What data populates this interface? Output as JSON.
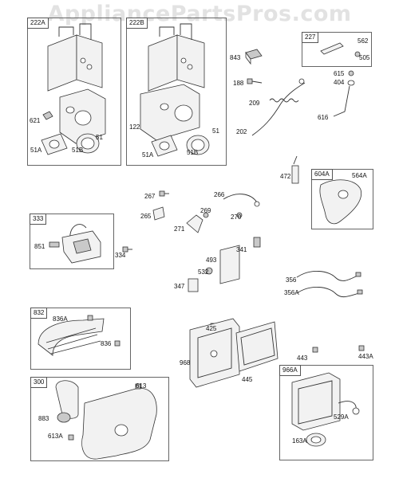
{
  "watermark": "AppliancePartsPros.com",
  "boxes": {
    "b222a": "222A",
    "b222b": "222B",
    "b227": "227",
    "b604a": "604A",
    "b333": "333",
    "b832": "832",
    "b300": "300",
    "b966a": "966A"
  },
  "labels": {
    "l621": "621",
    "l51a_1": "51A",
    "l51b_1": "51B",
    "l51_1": "51",
    "l122": "122",
    "l51a_2": "51A",
    "l51b_2": "51B",
    "l51_2": "51",
    "l843": "843",
    "l188": "188",
    "l209": "209",
    "l202": "202",
    "l562": "562",
    "l505": "505",
    "l615": "615",
    "l404": "404",
    "l616": "616",
    "l472": "472",
    "l564a": "564A",
    "l267": "267",
    "l265": "265",
    "l266": "266",
    "l269": "269",
    "l270": "270",
    "l271": "271",
    "l851": "851",
    "l334": "334",
    "l341": "341",
    "l493": "493",
    "l532": "532",
    "l347": "347",
    "l356": "356",
    "l356a": "356A",
    "l836a": "836A",
    "l836": "836",
    "l425": "425",
    "l968": "968",
    "l445": "445",
    "l443": "443",
    "l443a": "443A",
    "l613": "613",
    "l883": "883",
    "l613a": "613A",
    "l529a": "529A",
    "l163a": "163A"
  }
}
